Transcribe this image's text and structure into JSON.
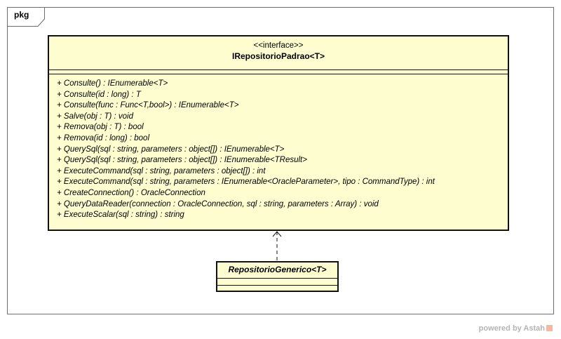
{
  "package": {
    "label": "pkg"
  },
  "interface": {
    "stereotype": "<<interface>>",
    "name": "IRepositorioPadrao<T>",
    "operations": [
      "+ Consulte() : IEnumerable<T>",
      "+ Consulte(id : long) : T",
      "+ Consulte(func : Func<T,bool>) : IEnumerable<T>",
      "+ Salve(obj : T) : void",
      "+ Remova(obj : T) : bool",
      "+ Remova(id : long) : bool",
      "+ QuerySql(sql : string, parameters : object[]) : IEnumerable<T>",
      "+ QuerySql(sql : string, parameters : object[]) : IEnumerable<TResult>",
      "+ ExecuteCommand(sql : string, parameters : object[]) : int",
      "+ ExecuteCommand(sql : string, parameters : IEnumerable<OracleParameter>, tipo : CommandType) : int",
      "+ CreateConnection() : OracleConnection",
      "+ QueryDataReader(connection : OracleConnection, sql : string, parameters : Array) : void",
      "+ ExecuteScalar(sql : string) : string"
    ]
  },
  "implementation": {
    "name": "RepositorioGenerico<T>"
  },
  "relationship": {
    "type": "realization"
  },
  "watermark": {
    "text": "powered by Astah"
  },
  "colors": {
    "class_fill": "#fdfdd0",
    "border": "#111111",
    "frame": "#6e6e6e"
  }
}
